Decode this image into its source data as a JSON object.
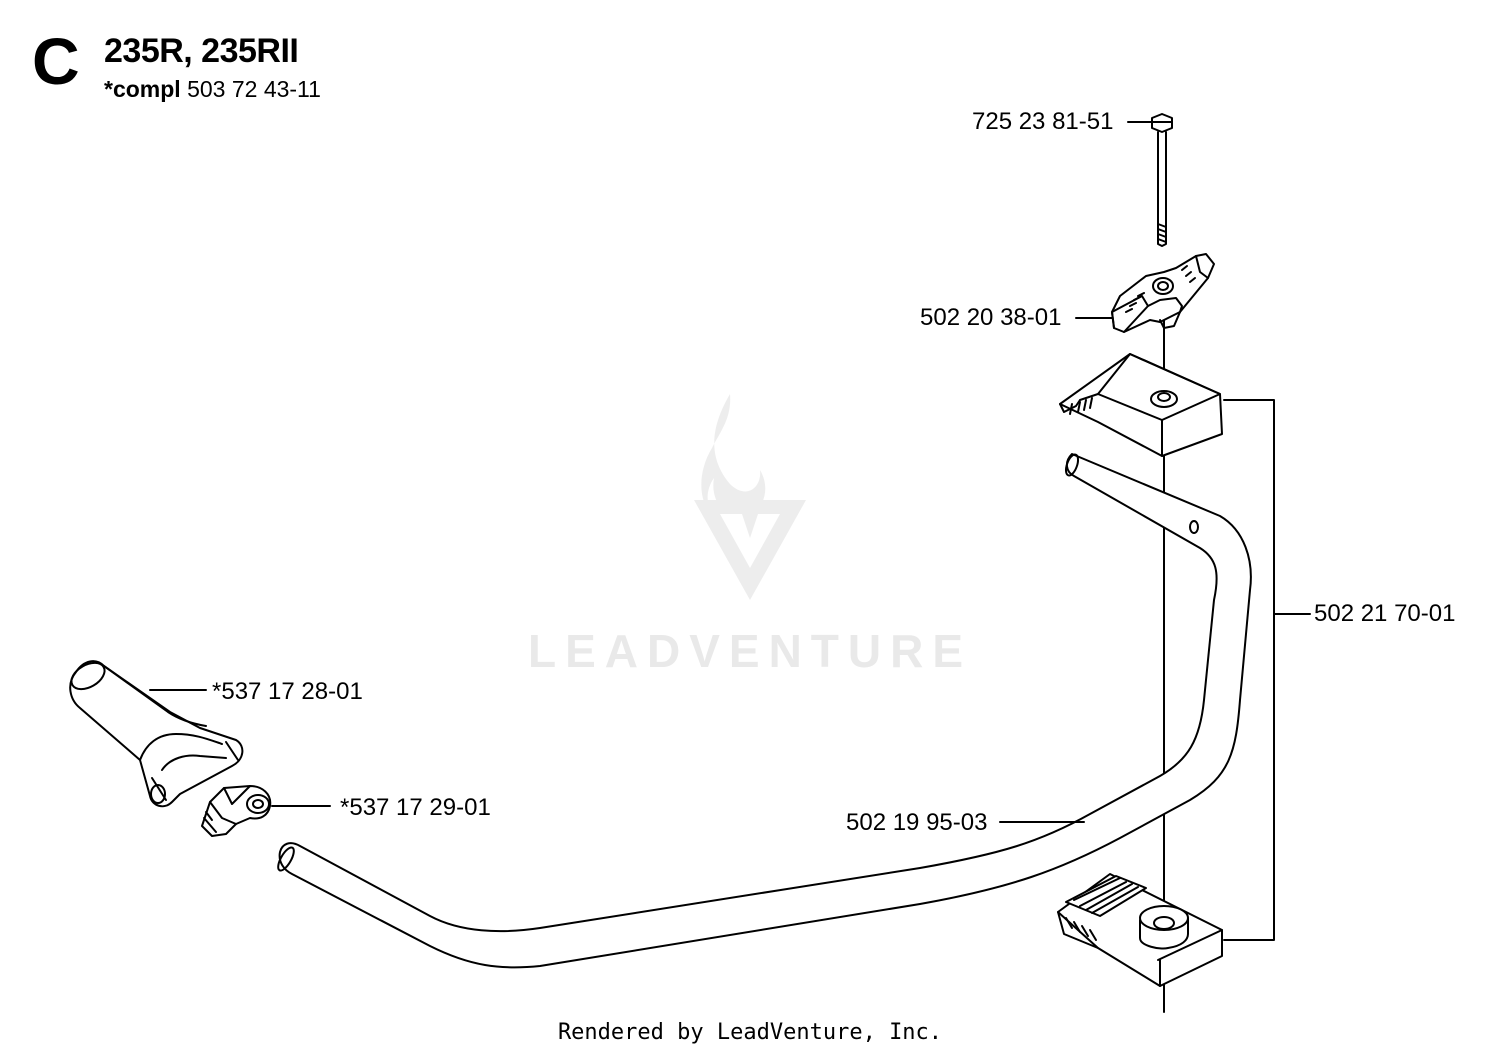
{
  "header": {
    "section_letter": "C",
    "model_title": "235R, 235RII",
    "compl_prefix": "*compl",
    "compl_number": "503 72 43-11"
  },
  "parts": [
    {
      "id": "bolt",
      "number": "725 23 81-51"
    },
    {
      "id": "wing-knob",
      "number": "502 20 38-01"
    },
    {
      "id": "clamp-assembly",
      "number": "502 21 70-01"
    },
    {
      "id": "handle-grip",
      "number": "*537 17 28-01"
    },
    {
      "id": "grip-clip",
      "number": "*537 17 29-01"
    },
    {
      "id": "handle-bar",
      "number": "502 19 95-03"
    }
  ],
  "watermark": {
    "text": "LEADVENTURE",
    "logo_icon": "flame-v-logo-icon"
  },
  "footer": {
    "text": "Rendered by LeadVenture, Inc."
  },
  "colors": {
    "line": "#000000",
    "background": "#ffffff",
    "watermark": "#e9e9e9"
  }
}
